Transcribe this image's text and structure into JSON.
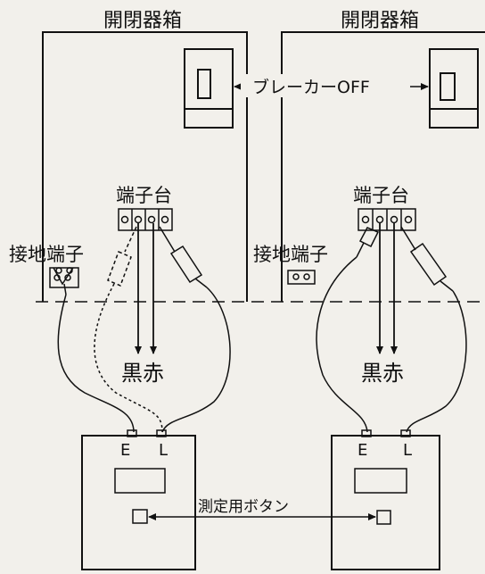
{
  "labels": {
    "box_left_title": "開閉器箱",
    "box_right_title": "開閉器箱",
    "breaker": "ブレーカーOFF",
    "terminal_left": "端子台",
    "terminal_right": "端子台",
    "ground_left": "接地端子",
    "ground_right": "接地端子",
    "wires_left": "黒赤",
    "wires_right": "黒赤",
    "meter_left_e": "E",
    "meter_left_l": "L",
    "meter_right_e": "E",
    "meter_right_l": "L",
    "measure_button": "測定用ボタン"
  },
  "colors": {
    "ink": "#111111",
    "paper": "#f2f0eb"
  }
}
